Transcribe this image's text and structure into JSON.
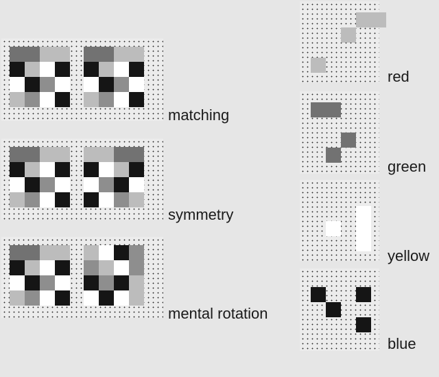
{
  "palette": {
    "0": "#ffffff",
    "1": "#bcbcbc",
    "2": "#8e8e8e",
    "3": "#727272",
    "4": "#151515"
  },
  "tasks": [
    {
      "label": "mental rotation",
      "patterns": [
        [
          [
            3,
            3,
            1,
            1
          ],
          [
            4,
            1,
            0,
            4
          ],
          [
            0,
            4,
            2,
            0
          ],
          [
            1,
            2,
            0,
            4
          ]
        ],
        [
          [
            1,
            0,
            4,
            2
          ],
          [
            2,
            1,
            0,
            2
          ],
          [
            4,
            2,
            4,
            1
          ],
          [
            0,
            4,
            0,
            1
          ]
        ]
      ]
    },
    {
      "label": "symmetry",
      "patterns": [
        [
          [
            3,
            3,
            1,
            1
          ],
          [
            4,
            1,
            0,
            4
          ],
          [
            0,
            4,
            2,
            0
          ],
          [
            1,
            2,
            0,
            4
          ]
        ],
        [
          [
            1,
            1,
            3,
            3
          ],
          [
            4,
            0,
            1,
            4
          ],
          [
            0,
            2,
            4,
            0
          ],
          [
            4,
            0,
            2,
            1
          ]
        ]
      ]
    },
    {
      "label": "matching",
      "patterns": [
        [
          [
            3,
            3,
            1,
            1
          ],
          [
            4,
            1,
            0,
            4
          ],
          [
            0,
            4,
            2,
            0
          ],
          [
            1,
            2,
            0,
            4
          ]
        ],
        [
          [
            3,
            3,
            1,
            1
          ],
          [
            4,
            1,
            0,
            4
          ],
          [
            0,
            4,
            2,
            0
          ],
          [
            1,
            2,
            0,
            4
          ]
        ]
      ]
    }
  ],
  "colors": [
    {
      "label": "red",
      "cells": [
        {
          "row": 0.5,
          "col": 3,
          "span": 2,
          "shade": "1"
        },
        {
          "row": 1.5,
          "col": 2,
          "span": 1,
          "shade": "1"
        },
        {
          "row": 3.5,
          "col": 0,
          "span": 1,
          "shade": "1"
        }
      ]
    },
    {
      "label": "green",
      "cells": [
        {
          "row": 0.5,
          "col": 0,
          "span": 2,
          "shade": "3"
        },
        {
          "row": 2.5,
          "col": 2,
          "span": 1,
          "shade": "3"
        },
        {
          "row": 3.5,
          "col": 1,
          "span": 1,
          "shade": "3"
        }
      ]
    },
    {
      "label": "yellow",
      "cells": [
        {
          "row": 1.5,
          "col": 3,
          "span": 1,
          "shade": "0"
        },
        {
          "row": 2.5,
          "col": 1,
          "span": 1,
          "shade": "0"
        },
        {
          "row": 2.5,
          "col": 3,
          "span": 1,
          "shade": "0"
        },
        {
          "row": 3.5,
          "col": 3,
          "span": 1,
          "shade": "0"
        }
      ]
    },
    {
      "label": "blue",
      "cells": [
        {
          "row": 1,
          "col": 0,
          "span": 1,
          "shade": "4"
        },
        {
          "row": 1,
          "col": 3,
          "span": 1,
          "shade": "4"
        },
        {
          "row": 2,
          "col": 1,
          "span": 1,
          "shade": "4"
        },
        {
          "row": 3,
          "col": 3,
          "span": 1,
          "shade": "4"
        }
      ]
    }
  ]
}
